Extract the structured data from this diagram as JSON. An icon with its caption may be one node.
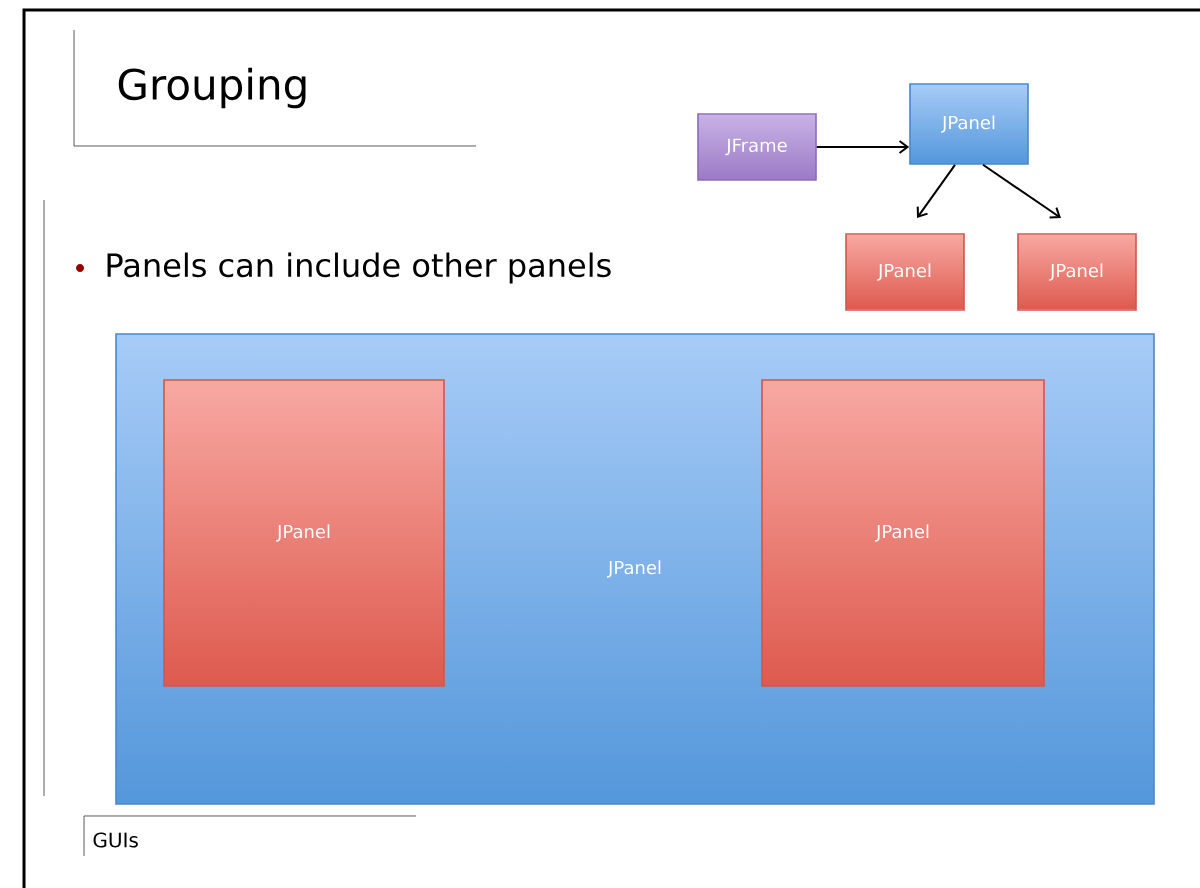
{
  "diagram": {
    "title": "Grouping",
    "nodes": [
      {
        "text": [
          "JFrame"
        ]
      },
      {
        "text": [
          "JPanel"
        ]
      },
      {
        "text": [
          "JPanel"
        ]
      },
      {
        "text": [
          "JPanel"
        ]
      },
      {
        "text": [
          "JPanel"
        ]
      },
      {
        "text": [
          "JPanel"
        ],
        "in": 4
      },
      {
        "text": [
          "JPanel"
        ],
        "in": 4
      }
    ],
    "edges": [
      {
        "from": 0,
        "to": 1,
        "arrow": "to"
      },
      {
        "from": 1,
        "to": 2,
        "arrow": "to"
      },
      {
        "from": 1,
        "to": 3,
        "arrow": "to"
      }
    ],
    "labels": [
      "Panels can include other panels",
      "GUIs"
    ]
  }
}
